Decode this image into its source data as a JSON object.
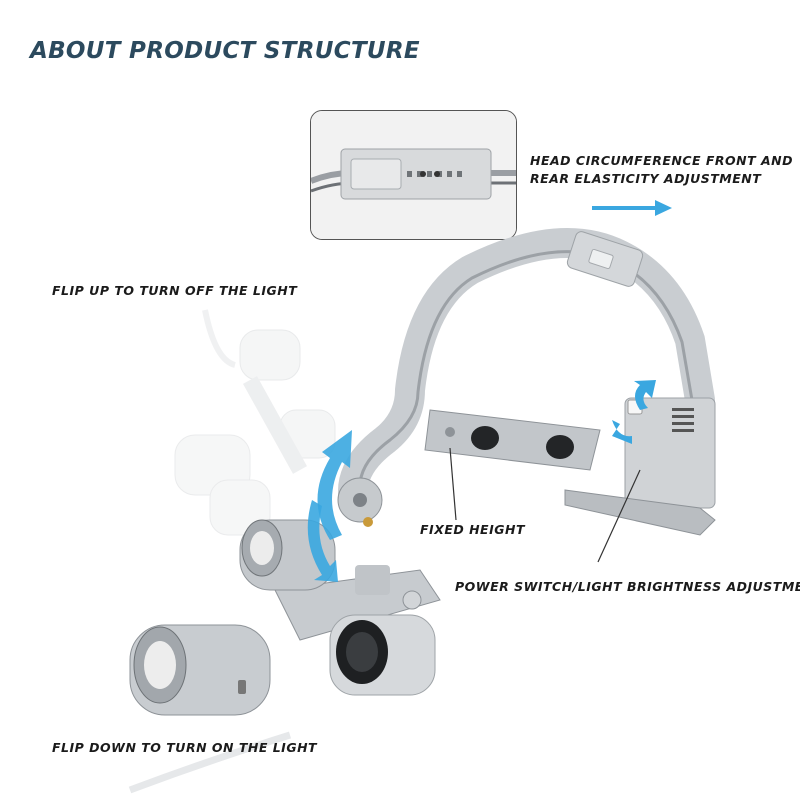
{
  "title": "ABOUT PRODUCT STRUCTURE",
  "callouts": {
    "head_adjust_line1": "HEAD CIRCUMFERENCE FRONT AND",
    "head_adjust_line2": "REAR ELASTICITY ADJUSTMENT",
    "flip_up": "FLIP UP TO TURN OFF THE LIGHT",
    "fixed_height": "FIXED HEIGHT",
    "power_switch": "POWER SWITCH/LIGHT BRIGHTNESS ADJUSTMENT",
    "flip_down": "FLIP DOWN TO TURN ON THE LIGHT"
  },
  "colors": {
    "title": "#2c4a5e",
    "arrow_blue": "#3aa7e0",
    "metal": "#c9cdd1",
    "metal_dark": "#8e9398"
  }
}
